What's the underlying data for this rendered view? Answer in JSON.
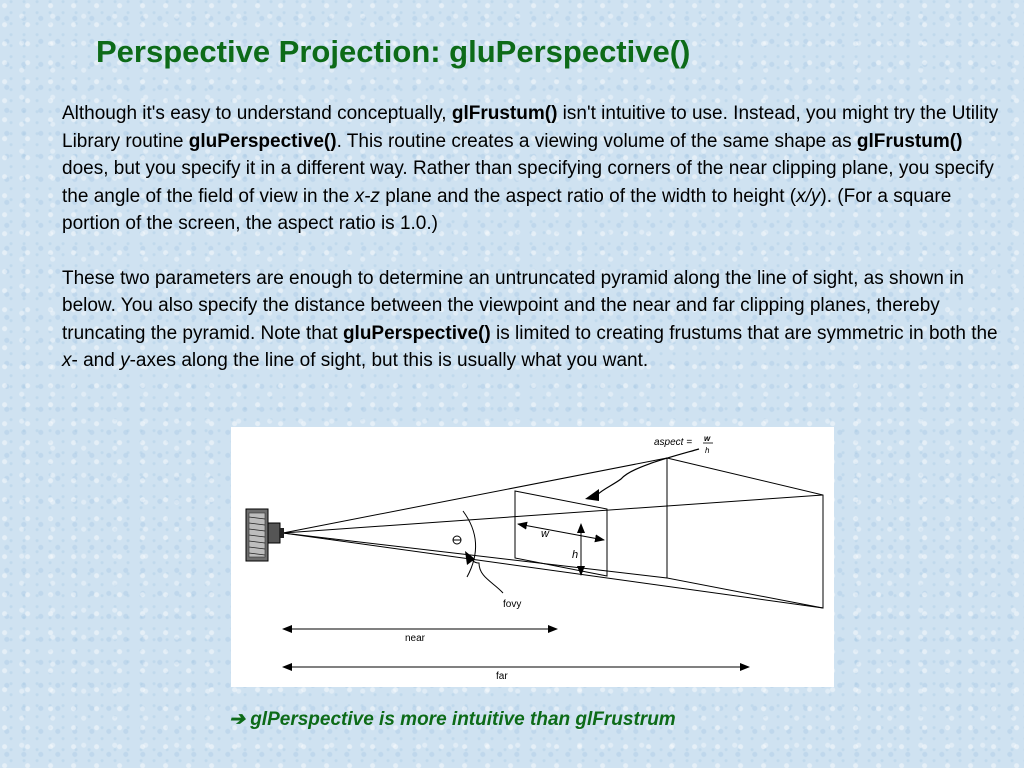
{
  "slide": {
    "title": "Perspective Projection: gluPerspective()",
    "paragraph1": {
      "t1": "Although it's easy to understand conceptually, ",
      "b1": "glFrustum()",
      "t2": " isn't intuitive to use. Instead, you might try the Utility Library routine ",
      "b2": "gluPerspective()",
      "t3": ". This routine creates a viewing volume of the same shape as ",
      "b3": "glFrustum()",
      "t4": " does, but you specify it in a different way. Rather than specifying corners of the near clipping plane, you specify the angle of the field of view in the ",
      "i1": "x-z",
      "t5": " plane and the aspect ratio of the width to height (",
      "i2": "x/y",
      "t6": "). (For a square portion of the screen, the aspect ratio is 1.0.)"
    },
    "paragraph2": {
      "t1": "These two parameters are enough to determine an untruncated pyramid along the line of sight, as shown in below. You also specify the distance between the viewpoint and the near and far clipping planes, thereby truncating the pyramid. Note that ",
      "b1": "gluPerspective()",
      "t2": " is limited to creating frustums that are symmetric in both the ",
      "i1": "x",
      "t3": "- and ",
      "i2": "y",
      "t4": "-axes along the line of sight, but this is usually what you want."
    },
    "caption": {
      "arrow": "➔",
      "text": " glPerspective is more intuitive than glFrustrum"
    }
  },
  "diagram": {
    "aspect_label": "aspect =",
    "aspect_num": "w",
    "aspect_den": "h",
    "theta": "θ",
    "w_label": "w",
    "h_label": "h",
    "fovy_label": "fovy",
    "near_label": "near",
    "far_label": "far"
  }
}
